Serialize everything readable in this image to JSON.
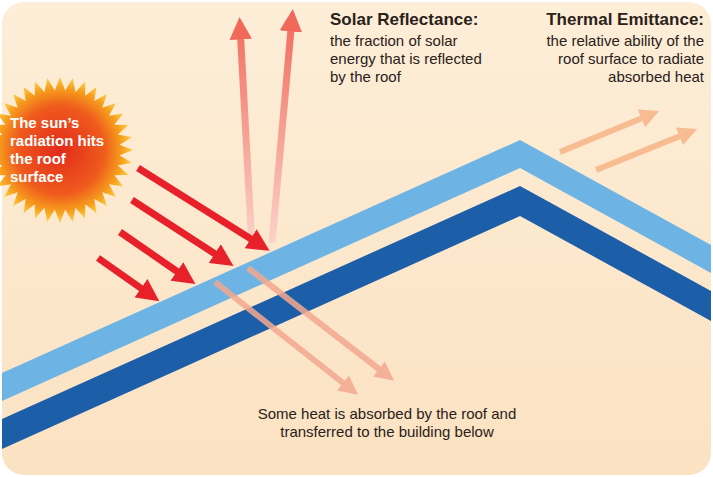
{
  "diagram": {
    "nodes": [
      {
        "text": [
          "The sun’s radiation hits the roof surface"
        ]
      }
    ],
    "labels": [
      "Solar Reflectance:",
      "the fraction of solar energy that is reflected by the roof",
      "Thermal Emittance:",
      "the relative ability of the roof surface to radiate absorbed heat",
      "Some heat is absorbed by the roof and transferred to the building below"
    ]
  }
}
